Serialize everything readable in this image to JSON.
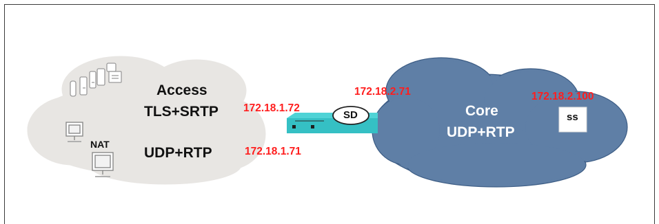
{
  "colors": {
    "access_cloud": "#e8e6e3",
    "core_cloud": "#5f7fa6",
    "core_cloud_edge": "#3d5d85",
    "sd_device": "#35c0c4",
    "ip_address": "#ff1e1e",
    "border": "#3a3a3a"
  },
  "access": {
    "title": "Access",
    "secure_protocol": "TLS+SRTP",
    "plain_protocol": "UDP+RTP",
    "nat_label": "NAT",
    "icons": [
      "phones-icon",
      "computer-icon",
      "computer-icon"
    ]
  },
  "sbc": {
    "label": "SD",
    "ip_secure": "172.18.1.72",
    "ip_plain": "172.18.1.71",
    "ip_core": "172.18.2.71"
  },
  "core": {
    "title": "Core",
    "protocol": "UDP+RTP",
    "server_label": "ss",
    "server_ip": "172.18.2.100"
  }
}
